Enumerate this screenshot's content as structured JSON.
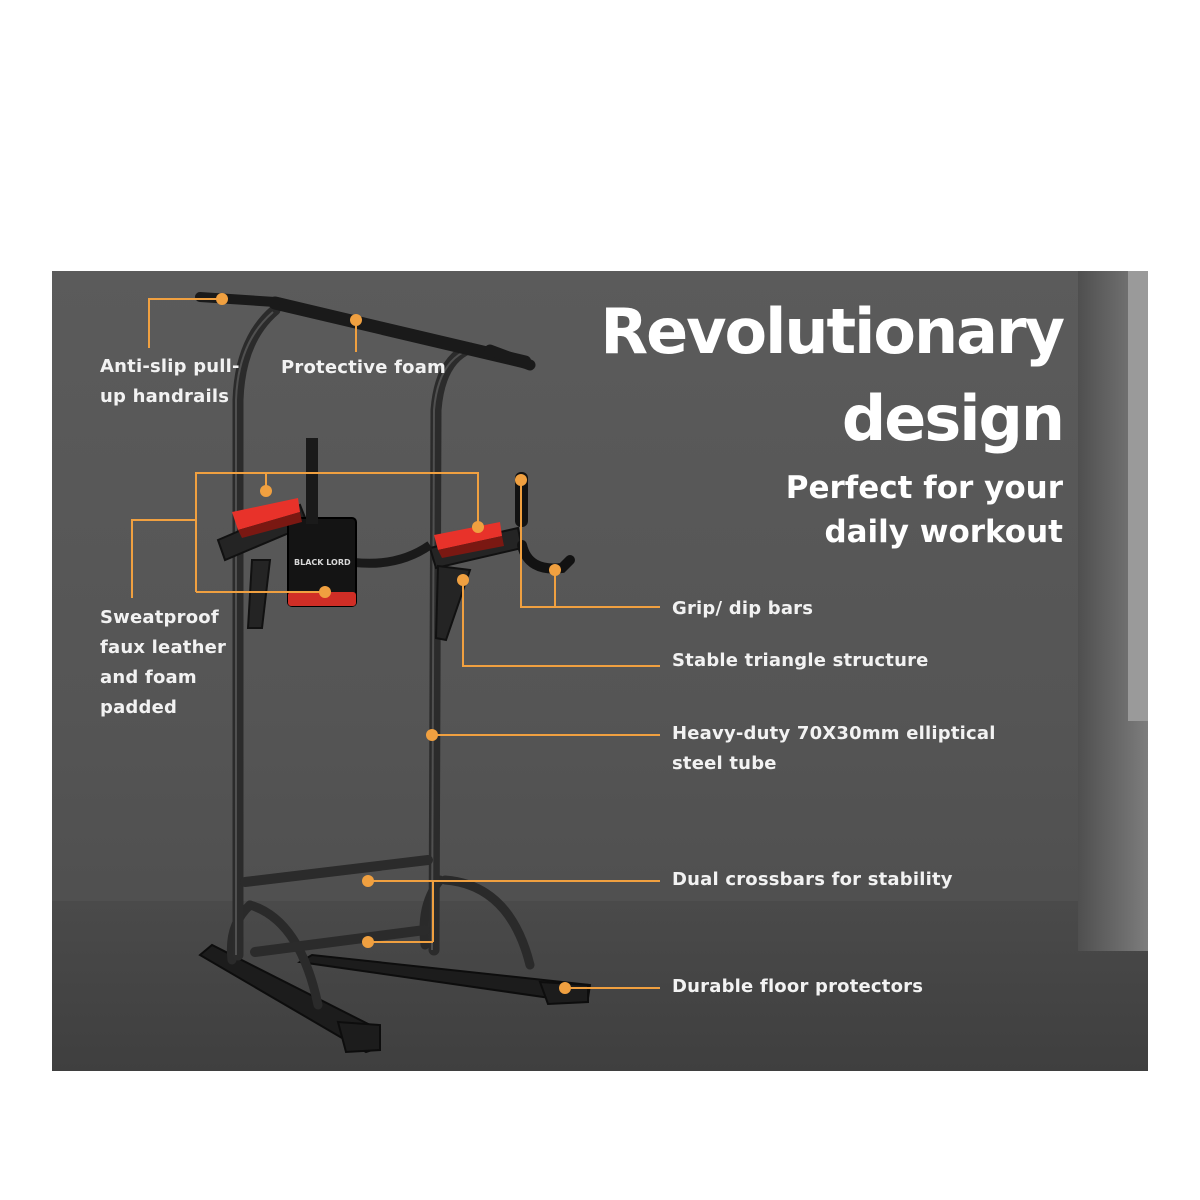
{
  "headline": {
    "line1": "Revolutionary",
    "line2": "design"
  },
  "subheadline": {
    "line1": "Perfect for your",
    "line2": "daily workout"
  },
  "callouts": {
    "handrails": [
      "Anti-slip pull-",
      "up handrails"
    ],
    "foam": "Protective foam",
    "leather": [
      "Sweatproof",
      "faux leather",
      "and foam",
      "padded"
    ],
    "grip": "Grip/ dip bars",
    "triangle": "Stable triangle structure",
    "tube": [
      "Heavy-duty 70X30mm elliptical",
      "steel tube"
    ],
    "crossbars": "Dual crossbars for stability",
    "floor": "Durable floor protectors"
  },
  "brand_text": "BLACK LORD",
  "colors": {
    "accent": "#f0a040",
    "background": "#555555",
    "pad_red": "#e8322a",
    "text": "#ffffff"
  }
}
